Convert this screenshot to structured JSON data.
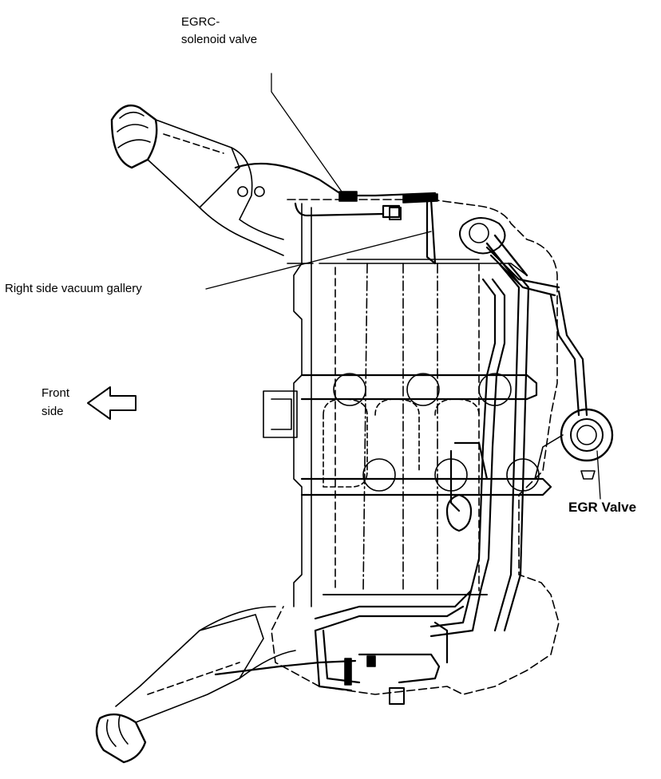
{
  "labels": {
    "egrc_line1": "EGRC-",
    "egrc_line2": "solenoid valve",
    "vacuum_gallery": "Right side vacuum gallery",
    "front_line1": "Front",
    "front_line2": "side",
    "egr_valve": "EGR Valve"
  },
  "colors": {
    "ink": "#000000",
    "paper": "#ffffff"
  }
}
